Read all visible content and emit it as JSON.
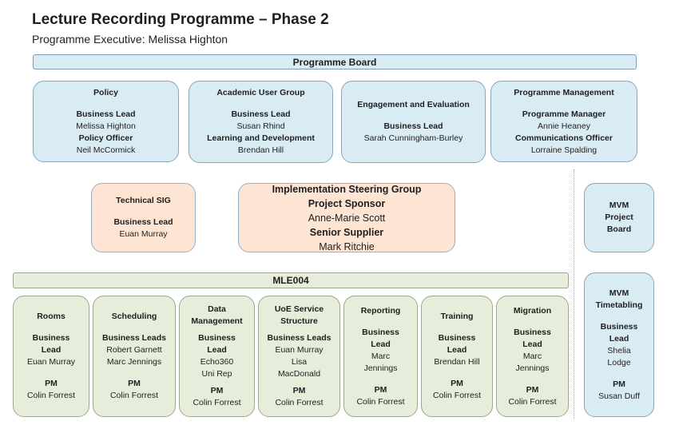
{
  "header": {
    "title": "Lecture Recording Programme – Phase 2",
    "subtitle": "Programme Executive: Melissa Highton"
  },
  "programme_board": {
    "label": "Programme Board"
  },
  "top_boxes": {
    "policy": {
      "title": "Policy",
      "role1": "Business Lead",
      "person1": "Melissa Highton",
      "role2": "Policy Officer",
      "person2": "Neil McCormick"
    },
    "academic": {
      "title": "Academic User Group",
      "role1": "Business Lead",
      "person1": "Susan Rhind",
      "role2": "Learning and Development",
      "person2": "Brendan Hill"
    },
    "engagement": {
      "title": "Engagement and Evaluation",
      "role1": "Business Lead",
      "person1": "Sarah Cunningham-Burley"
    },
    "progmgmt": {
      "title": "Programme Management",
      "role1": "Programme Manager",
      "person1": "Annie Heaney",
      "role2": "Communications Officer",
      "person2": "Lorraine Spalding"
    }
  },
  "middle": {
    "technical_sig": {
      "title": "Technical SIG",
      "role1": "Business Lead",
      "person1": "Euan Murray"
    },
    "isg": {
      "title": "Implementation Steering Group",
      "role1": "Project Sponsor",
      "person1": "Anne-Marie Scott",
      "role2": "Senior Supplier",
      "person2": "Mark Ritchie"
    },
    "mvm_board": {
      "line1": "MVM",
      "line2": "Project",
      "line3": "Board"
    }
  },
  "mle_bar": {
    "label": "MLE004"
  },
  "workstreams": {
    "rooms": {
      "title": "Rooms",
      "role_a": "Business",
      "role_b": "Lead",
      "person": "Euan Murray",
      "pm": "PM",
      "pm_name": "Colin Forrest"
    },
    "scheduling": {
      "title": "Scheduling",
      "role": "Business Leads",
      "person1": "Robert Garnett",
      "person2": "Marc Jennings",
      "pm": "PM",
      "pm_name": "Colin Forrest"
    },
    "data": {
      "title_a": "Data",
      "title_b": "Management",
      "role_a": "Business",
      "role_b": "Lead",
      "person1": "Echo360",
      "person2": "Uni Rep",
      "pm": "PM",
      "pm_name": "Colin Forrest"
    },
    "uoe": {
      "title_a": "UoE Service",
      "title_b": "Structure",
      "role": "Business Leads",
      "person1": "Euan Murray",
      "person2": "Lisa",
      "person3": "MacDonald",
      "pm": "PM",
      "pm_name": "Colin Forrest"
    },
    "reporting": {
      "title": "Reporting",
      "role_a": "Business",
      "role_b": "Lead",
      "person1": "Marc",
      "person2": "Jennings",
      "pm": "PM",
      "pm_name": "Colin Forrest"
    },
    "training": {
      "title": "Training",
      "role_a": "Business",
      "role_b": "Lead",
      "person": "Brendan Hill",
      "pm": "PM",
      "pm_name": "Colin Forrest"
    },
    "migration": {
      "title": "Migration",
      "role_a": "Business",
      "role_b": "Lead",
      "person1": "Marc",
      "person2": "Jennings",
      "pm": "PM",
      "pm_name": "Colin Forrest"
    },
    "mvm_timetabling": {
      "title_a": "MVM",
      "title_b": "Timetabling",
      "role_a": "Business",
      "role_b": "Lead",
      "person1": "Shelia",
      "person2": "Lodge",
      "pm": "PM",
      "pm_name": "Susan Duff"
    }
  }
}
